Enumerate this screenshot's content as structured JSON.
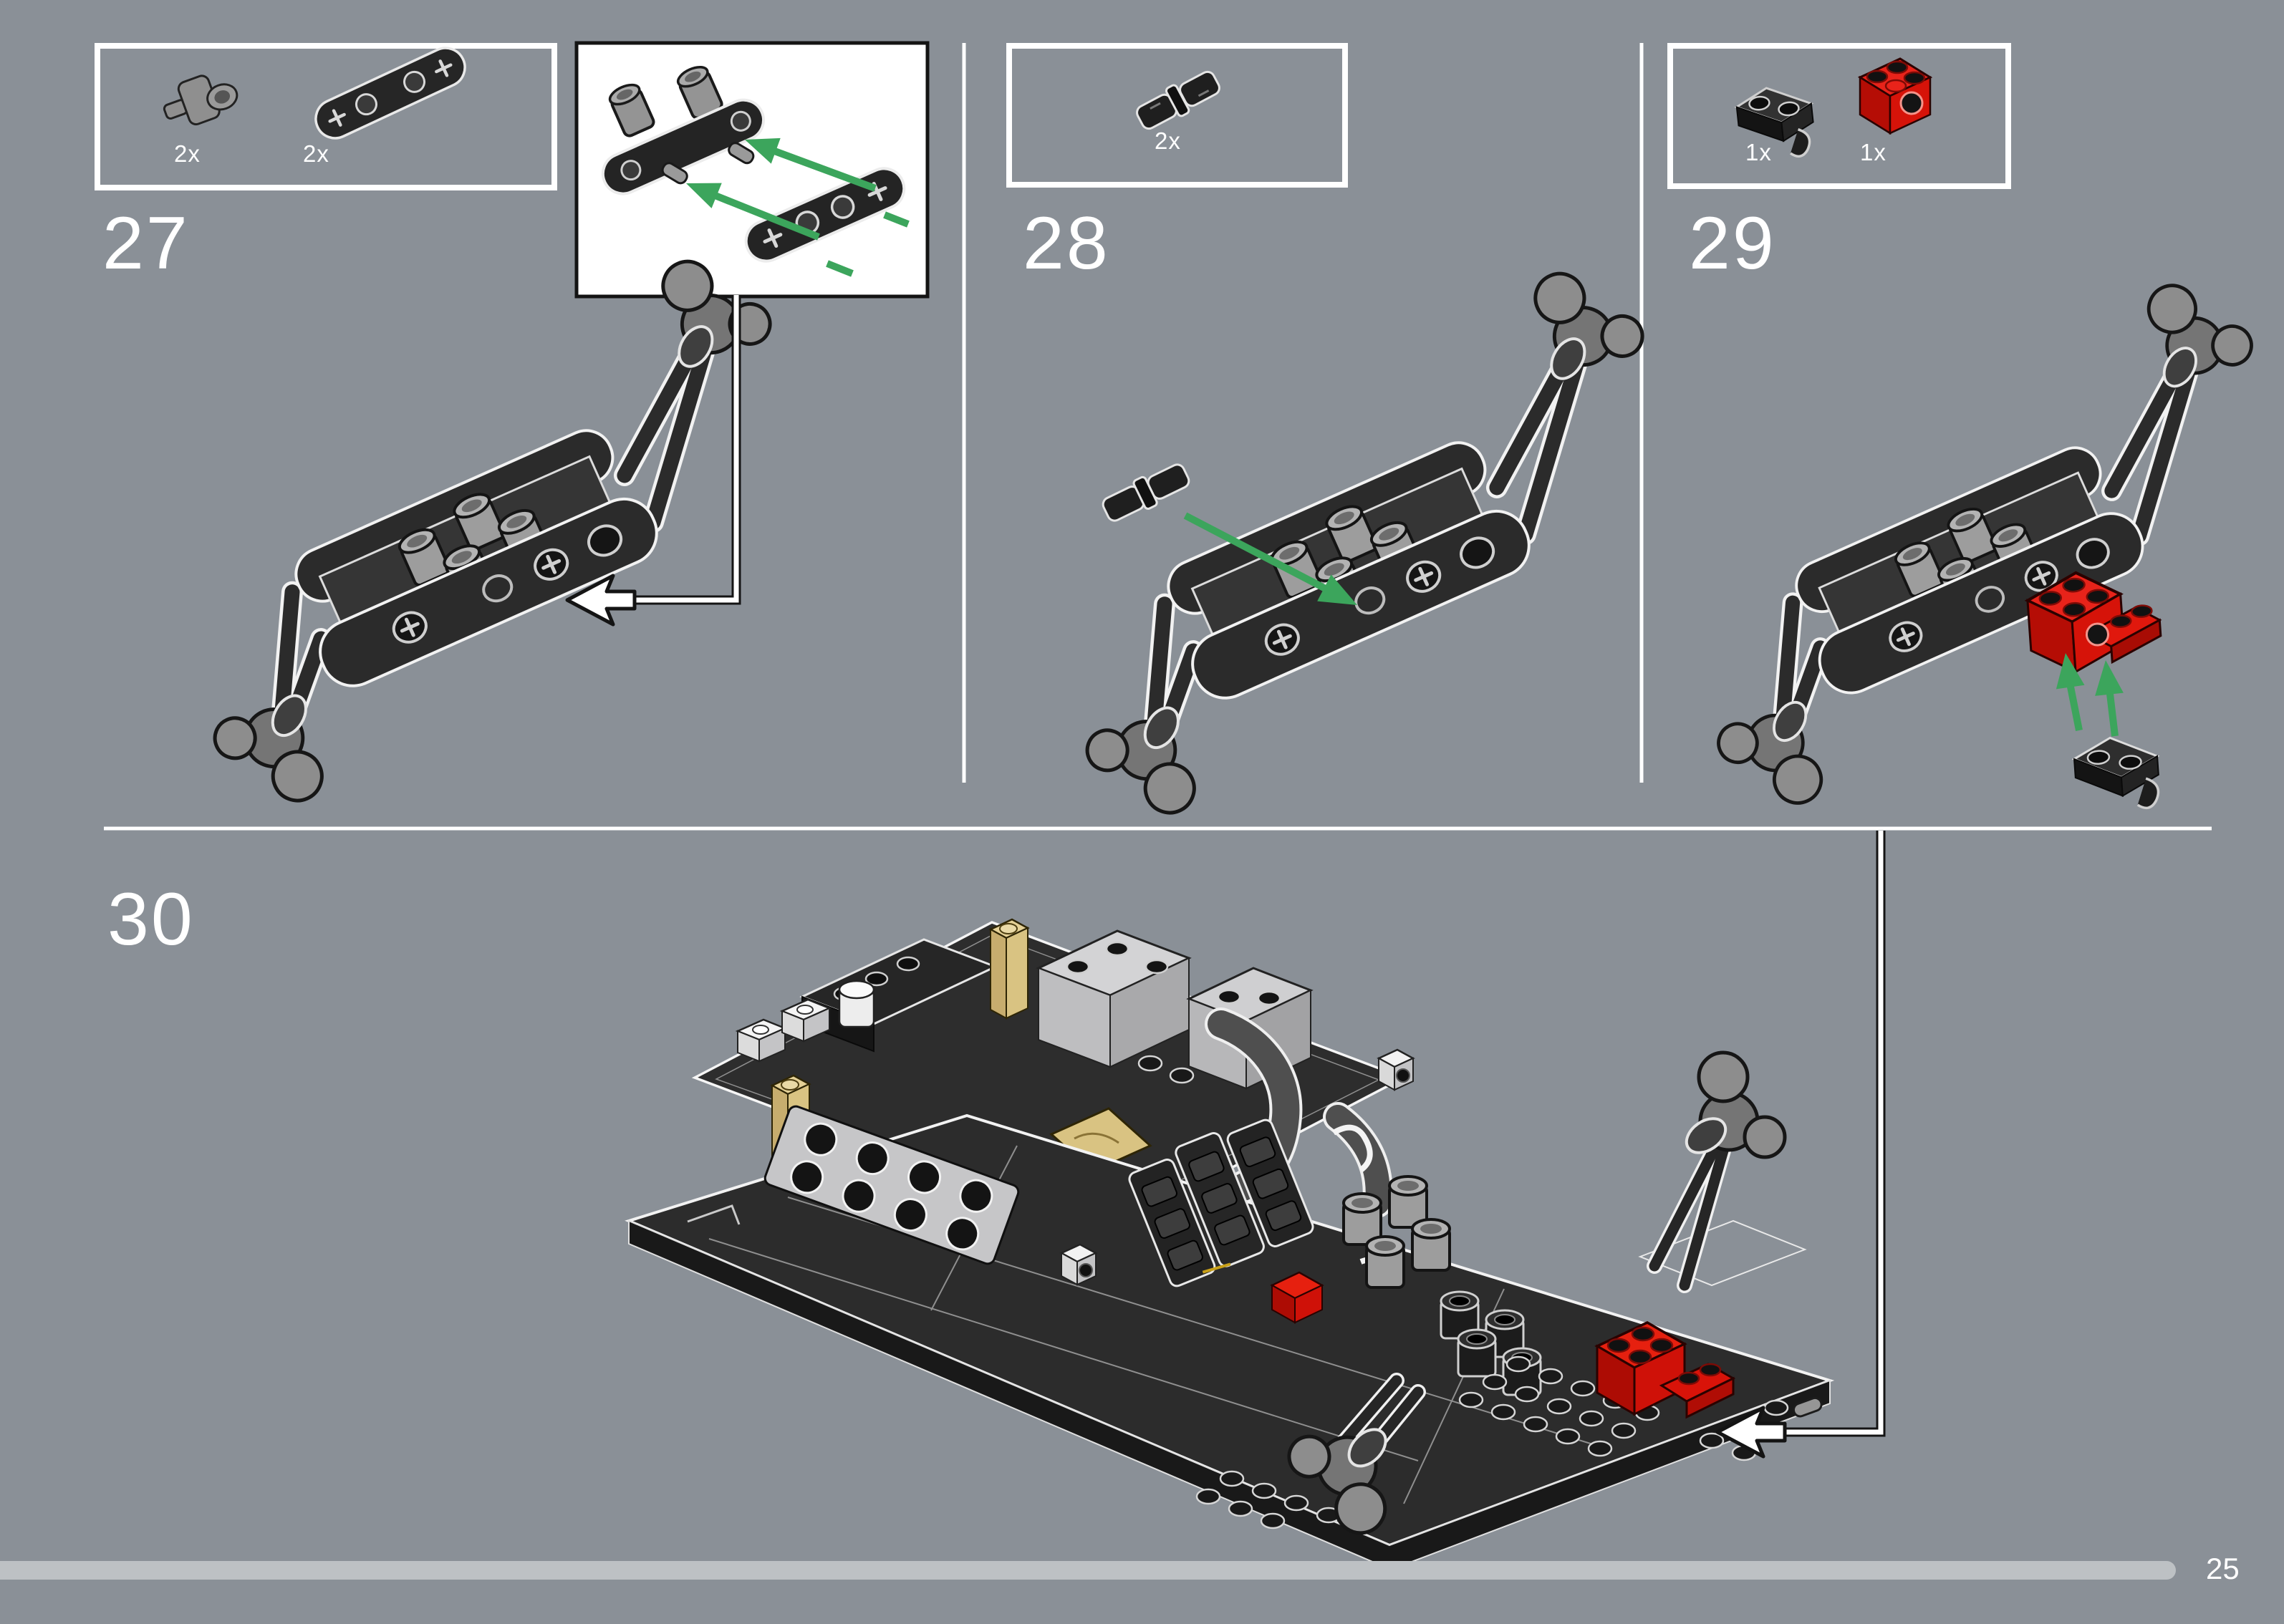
{
  "page": {
    "number": "25",
    "background_color": "#8a9097",
    "progress_bar": {
      "color": "#bdc1c4",
      "fraction": 0.95
    }
  },
  "colors": {
    "divider": "#ffffff",
    "parts_box_border": "#ffffff",
    "inset_box_border": "#141414",
    "lego_red": "#da140a",
    "assembly_arrow_green": "#3ca55c",
    "part_dark": "#2b2b2b",
    "part_gray": "#8d8d8d",
    "part_tan": "#d9c382"
  },
  "icons": {
    "callout_arrow": "white-left-arrow",
    "assembly_arrow": "green-arrow"
  },
  "steps": [
    {
      "label": "27",
      "parts": [
        {
          "name": "technic-axle-and-pin-connector",
          "count": "2x"
        },
        {
          "name": "technic-liftarm-1x4-thin",
          "count": "2x"
        }
      ]
    },
    {
      "label": "28",
      "parts": [
        {
          "name": "technic-friction-pin",
          "count": "2x"
        }
      ]
    },
    {
      "label": "29",
      "parts": [
        {
          "name": "plate-1x2-with-clip",
          "count": "1x"
        },
        {
          "name": "technic-brick-1x2-red",
          "count": "1x"
        }
      ]
    },
    {
      "label": "30",
      "parts": []
    }
  ]
}
